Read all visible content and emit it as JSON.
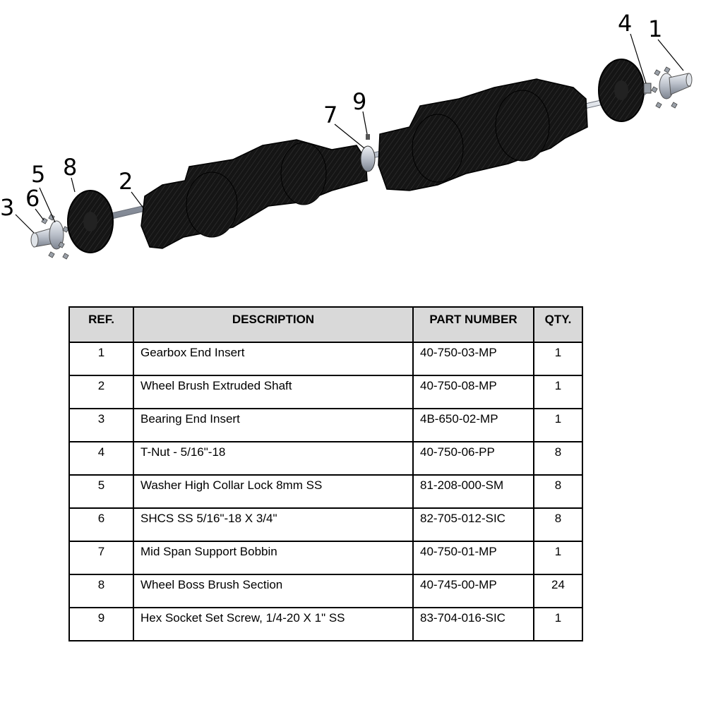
{
  "callouts": [
    {
      "label": "1"
    },
    {
      "label": "2"
    },
    {
      "label": "3"
    },
    {
      "label": "4"
    },
    {
      "label": "5"
    },
    {
      "label": "6"
    },
    {
      "label": "7"
    },
    {
      "label": "8"
    },
    {
      "label": "9"
    }
  ],
  "table": {
    "headers": {
      "ref": "REF.",
      "description": "DESCRIPTION",
      "part_number": "PART NUMBER",
      "qty": "QTY."
    },
    "rows": [
      {
        "ref": "1",
        "description": "Gearbox End Insert",
        "part_number": "40-750-03-MP",
        "qty": "1"
      },
      {
        "ref": "2",
        "description": "Wheel Brush Extruded Shaft",
        "part_number": "40-750-08-MP",
        "qty": "1"
      },
      {
        "ref": "3",
        "description": "Bearing End Insert",
        "part_number": "4B-650-02-MP",
        "qty": "1"
      },
      {
        "ref": "4",
        "description": "T-Nut - 5/16\"-18",
        "part_number": "40-750-06-PP",
        "qty": "8"
      },
      {
        "ref": "5",
        "description": "Washer High Collar Lock 8mm SS",
        "part_number": "81-208-000-SM",
        "qty": "8"
      },
      {
        "ref": "6",
        "description": "SHCS SS 5/16\"-18 X 3/4\"",
        "part_number": "82-705-012-SIC",
        "qty": "8"
      },
      {
        "ref": "7",
        "description": "Mid Span Support Bobbin",
        "part_number": "40-750-01-MP",
        "qty": "1"
      },
      {
        "ref": "8",
        "description": "Wheel Boss Brush Section",
        "part_number": "40-745-00-MP",
        "qty": "24"
      },
      {
        "ref": "9",
        "description": "Hex Socket Set Screw, 1/4-20 X 1\" SS",
        "part_number": "83-704-016-SIC",
        "qty": "1"
      }
    ]
  },
  "colors": {
    "brush": "#161616",
    "bristle_highlight": "#6a6a30",
    "metal": "#c9ced6",
    "header_fill": "#d9d9d9"
  }
}
